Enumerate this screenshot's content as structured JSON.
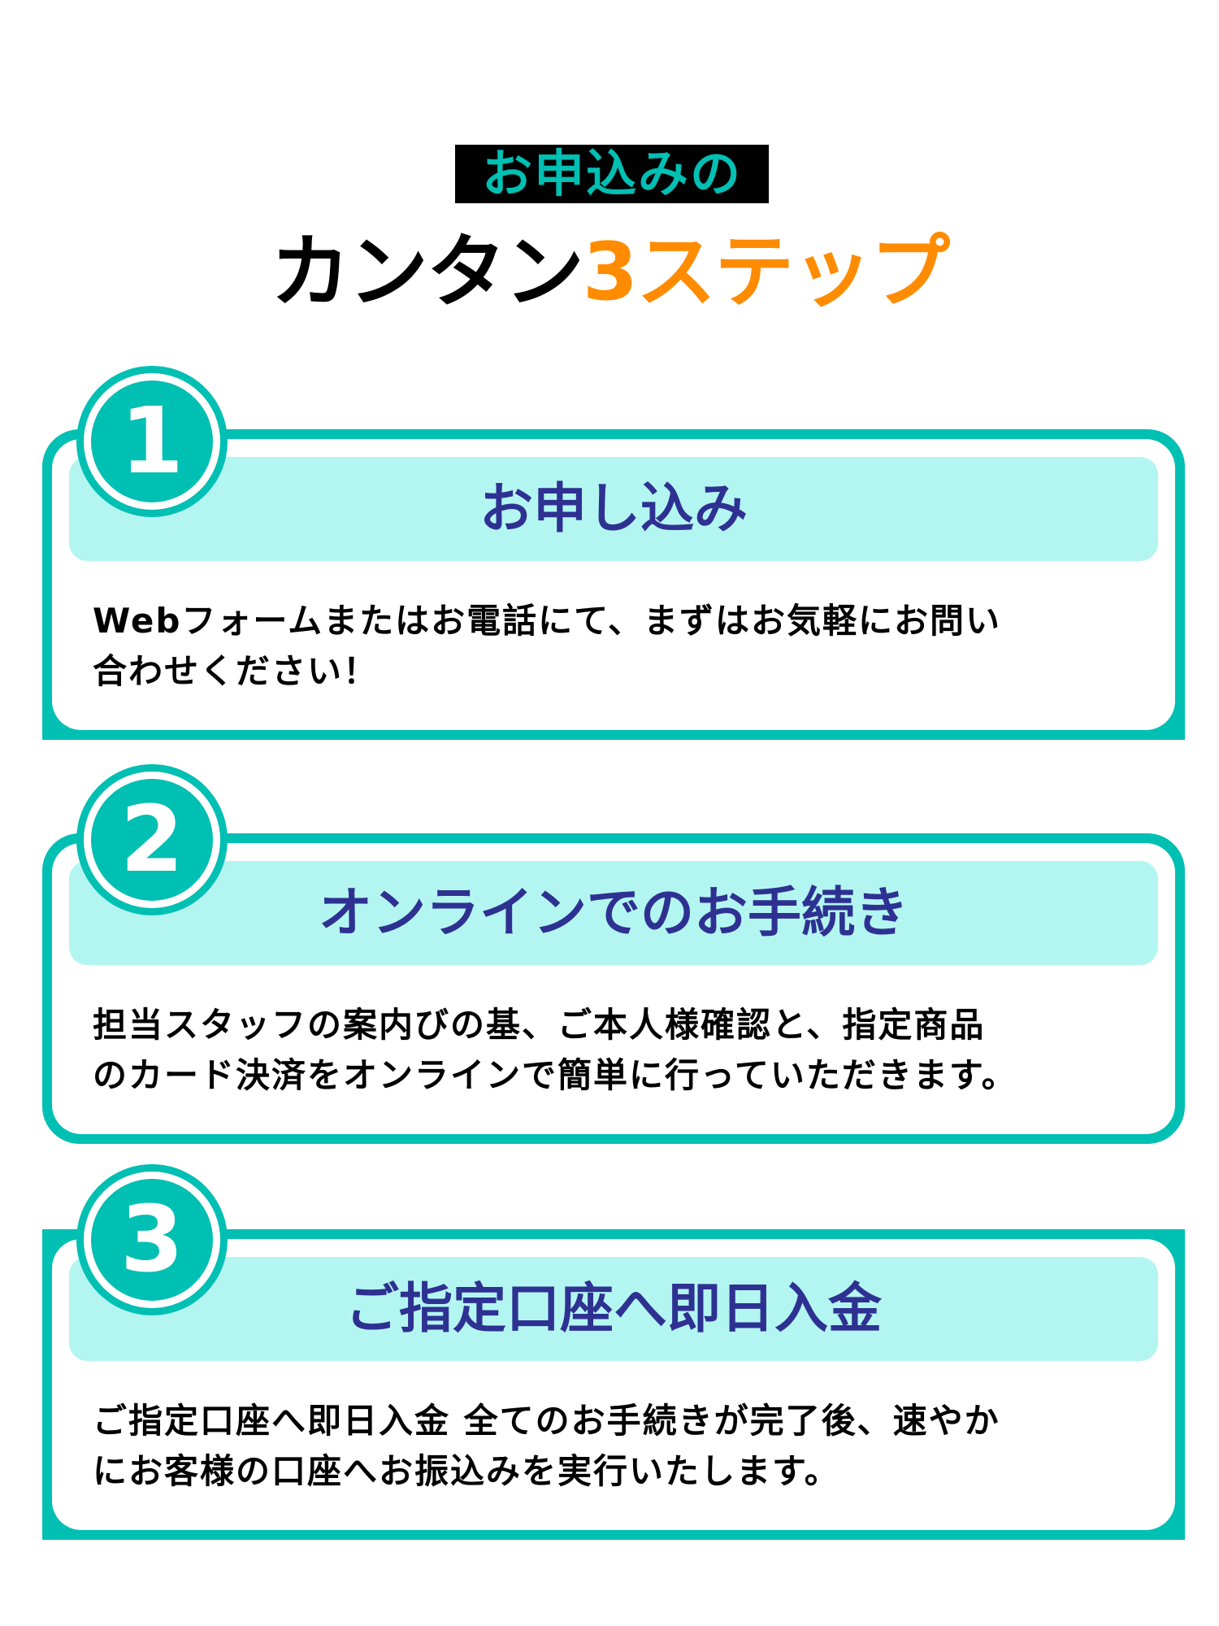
{
  "heading": {
    "subtitle": "お申込みの",
    "title_black": "カンタン",
    "title_orange": "3ステップ"
  },
  "colors": {
    "teal": "#00BFB3",
    "light_cyan": "#B3F6F1",
    "navy": "#2E3192",
    "orange": "#FF8C00",
    "black": "#000000"
  },
  "steps": [
    {
      "number": "1",
      "title": "お申し込み",
      "lines": [
        "Webフォームまたはお電話にて、まずはお気軽にお問い",
        "合わせください！"
      ]
    },
    {
      "number": "2",
      "title": "オンラインでのお手続き",
      "lines": [
        "担当スタッフの案内びの基、ご本人様確認と、指定商品",
        "のカード決済をオンラインで簡単に行っていただきます。"
      ]
    },
    {
      "number": "3",
      "title": "ご指定口座へ即日入金",
      "lines": [
        "ご指定口座へ即日入金 全てのお手続きが完了後、速やか",
        "にお客様の口座へお振込みを実行いたします。"
      ]
    }
  ]
}
